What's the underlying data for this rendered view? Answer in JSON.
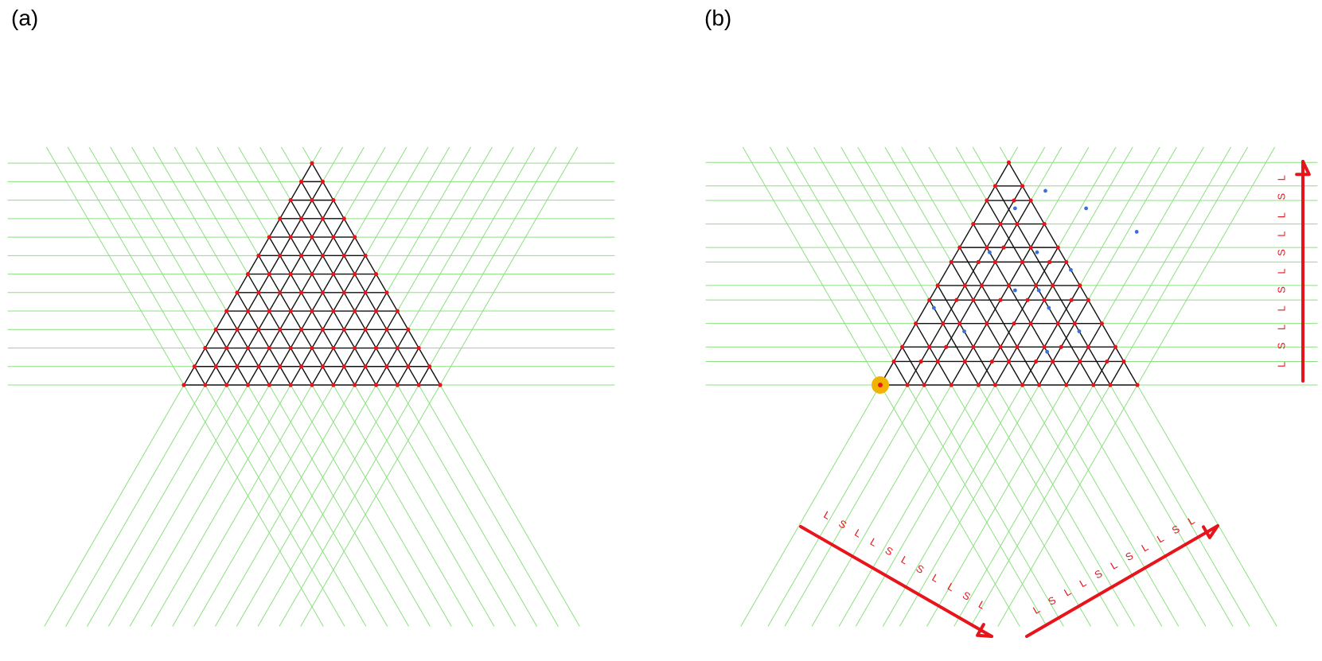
{
  "panels": {
    "a": {
      "label": "(a)"
    },
    "b": {
      "label": "(b)"
    }
  },
  "sequences": {
    "right": [
      "L",
      "S",
      "L",
      "L",
      "S",
      "L",
      "S",
      "L",
      "L",
      "S",
      "L"
    ],
    "bottom_left": [
      "L",
      "S",
      "L",
      "L",
      "S",
      "L",
      "S",
      "L",
      "L",
      "S",
      "L"
    ],
    "bottom_right": [
      "L",
      "S",
      "L",
      "L",
      "S",
      "L",
      "S",
      "L",
      "L",
      "S",
      "L"
    ]
  },
  "colors": {
    "grid_lines": "#8be07f",
    "triangle_edges": "#111111",
    "vertex_dots": "#e8141b",
    "center_dots": "#3a6fd8",
    "arrows": "#e8141b",
    "origin_marker": "#f0b400"
  }
}
